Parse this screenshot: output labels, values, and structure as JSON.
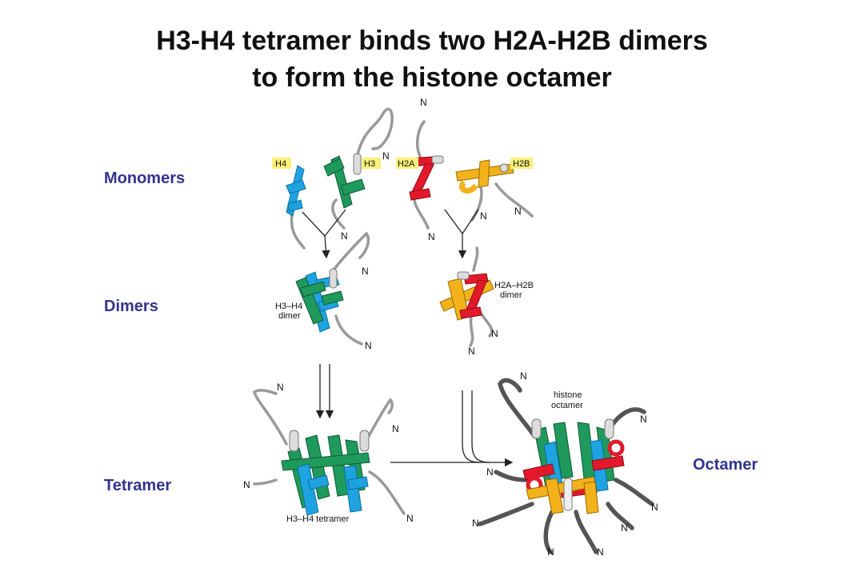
{
  "title": {
    "line1": "H3-H4 tetramer binds two H2A-H2B dimers",
    "line2": "to form the histone octamer"
  },
  "stage_labels": {
    "monomers": "Monomers",
    "dimers": "Dimers",
    "tetramer": "Tetramer",
    "octamer": "Octamer"
  },
  "monomer_tags": {
    "h4": "H4",
    "h3": "H3",
    "h2a": "H2A",
    "h2b": "H2B"
  },
  "dimer_labels": {
    "h3h4_line1": "H3–H4",
    "h3h4_line2": "dimer",
    "h2ah2b_line1": "H2A–H2B",
    "h2ah2b_line2": "dimer"
  },
  "tetramer_label": "H3–H4 tetramer",
  "octamer_label": {
    "line1": "histone",
    "line2": "octamer"
  },
  "terminus_label": "N",
  "colors": {
    "h3": "#1f9a5c",
    "h4": "#1ea3e0",
    "h2a": "#e3192b",
    "h2b": "#f3b21b",
    "tag_bg": "#fbf07a",
    "label_blue": "#33338f"
  }
}
